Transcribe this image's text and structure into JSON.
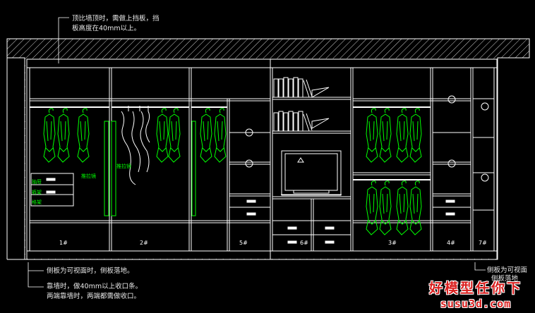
{
  "notes": {
    "top_line1": "顶比墙顶时，需做上挡板，挡",
    "top_line2": "板高度在40mm以上。",
    "bottom_left_line1": "侧板为可视面时，侧板落地。",
    "bottom_left_line2": "靠墙时，做40mm以上收口条。",
    "bottom_left_line3": "两端靠墙时，两端都需做收口。",
    "bottom_right_line1": "侧板为可视面",
    "bottom_right_line2": "侧板落地"
  },
  "bay_labels": [
    "1#",
    "2#",
    "5#",
    "6#",
    "3#",
    "4#",
    "7#"
  ],
  "drawer_labels": {
    "top": "抽屉",
    "middle": "裤架",
    "bottom": "格架"
  },
  "pullout_labels": {
    "left": "推拉镜",
    "right": "推拉镜"
  },
  "watermark": {
    "title": "好模型任你下",
    "url": "susu3d.com"
  },
  "colors": {
    "background": "#000000",
    "line": "#ffffff",
    "green": "#00ff00",
    "wall": "#cfcfcf",
    "watermark": "#d9201f"
  }
}
